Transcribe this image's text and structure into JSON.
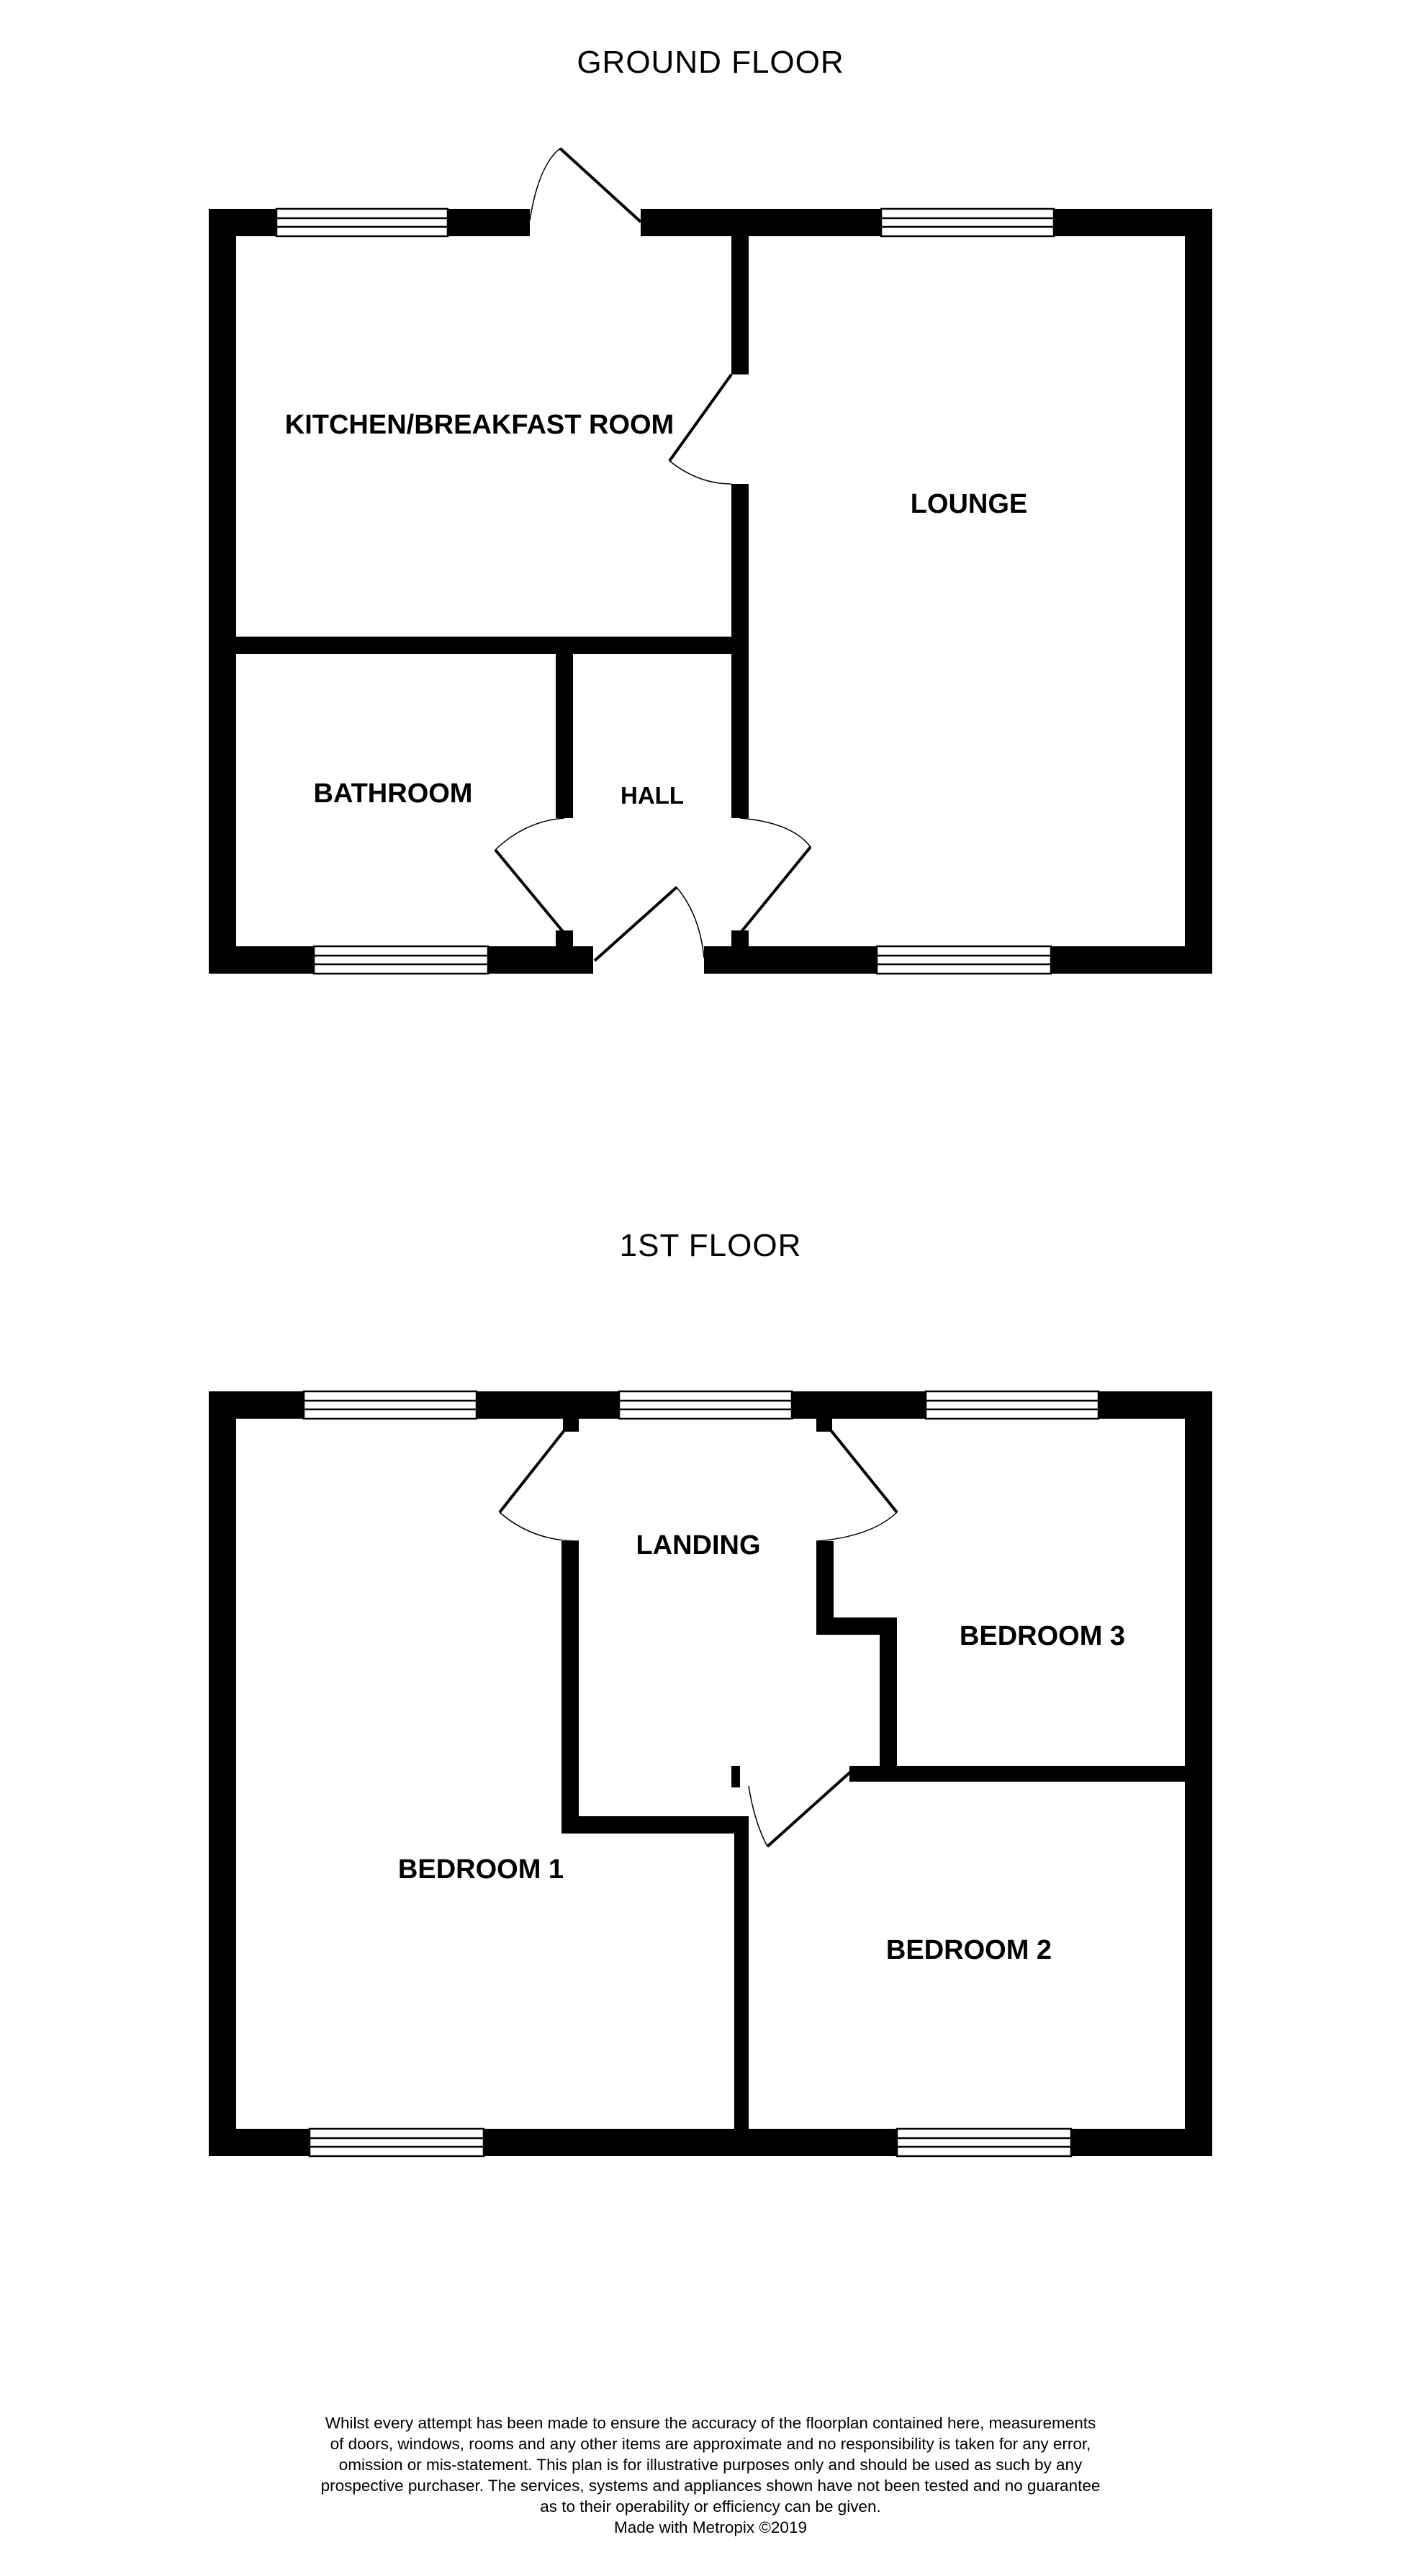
{
  "floors": [
    {
      "title": "GROUND FLOOR",
      "rooms": [
        "KITCHEN/BREAKFAST ROOM",
        "LOUNGE",
        "BATHROOM",
        "HALL"
      ]
    },
    {
      "title": "1ST FLOOR",
      "rooms": [
        "LANDING",
        "BEDROOM 3",
        "BEDROOM 1",
        "BEDROOM 2"
      ]
    }
  ],
  "disclaimer": {
    "lines": [
      "Whilst every attempt has been made to ensure the accuracy of the floorplan contained here, measurements",
      "of doors, windows, rooms and any other items are approximate and no responsibility is taken for any error,",
      "omission or mis-statement. This plan is for illustrative purposes only and should be used as such by any",
      "prospective purchaser. The services, systems and appliances shown have not been tested and no guarantee",
      "as to their operability or efficiency can be given.",
      "Made with Metropix ©2019"
    ]
  }
}
